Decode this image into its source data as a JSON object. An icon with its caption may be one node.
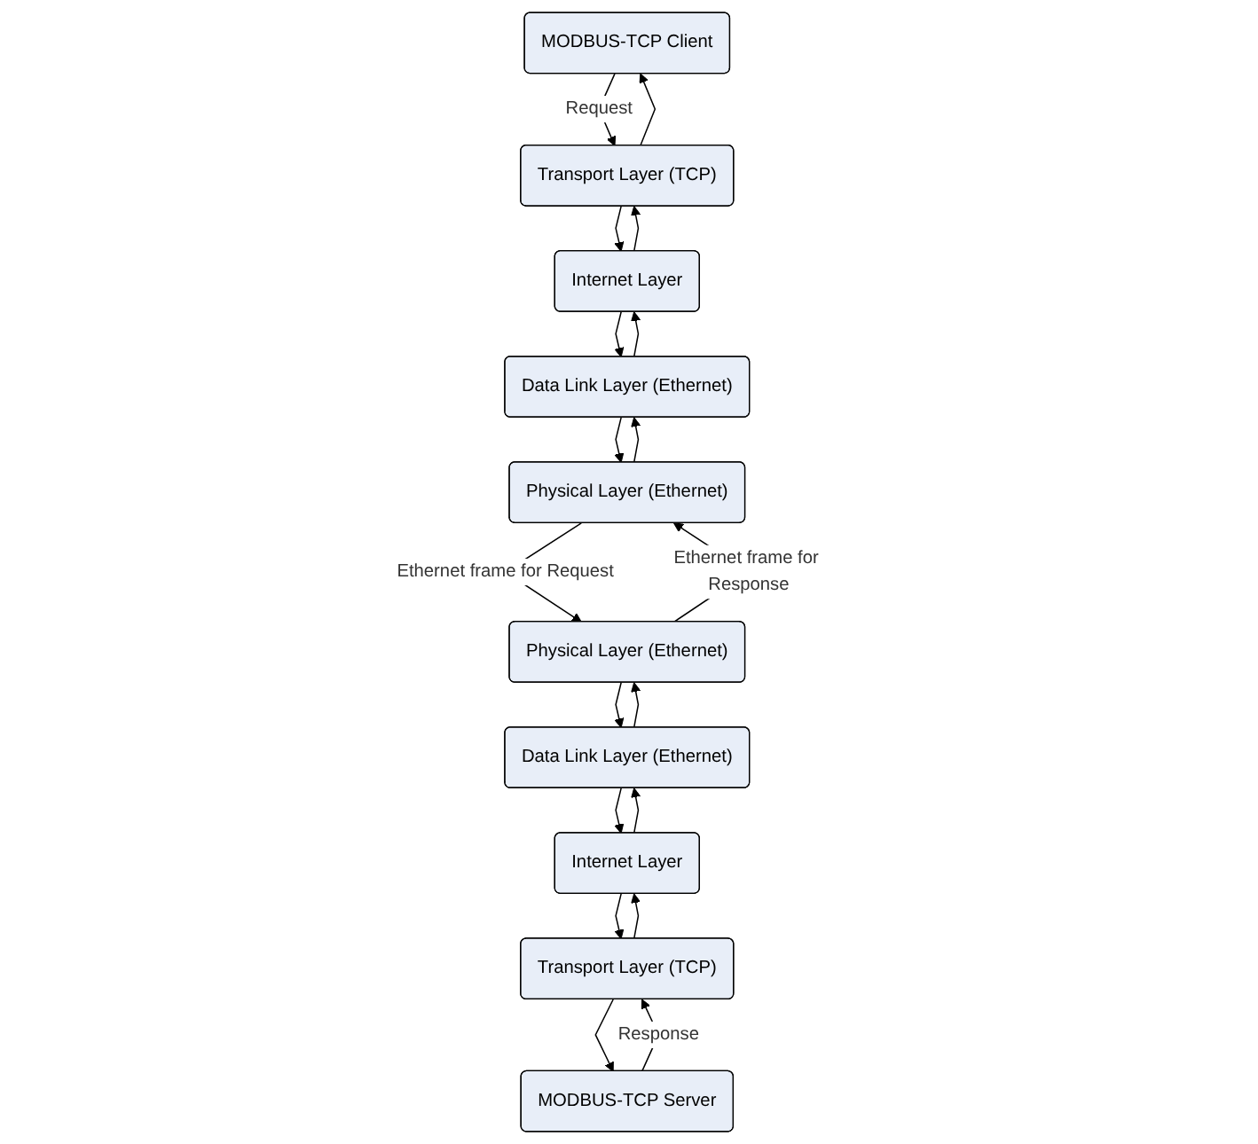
{
  "diagram": {
    "nodes": [
      {
        "text": [
          "MODBUS-TCP Client"
        ]
      },
      {
        "text": [
          "Transport Layer (TCP)"
        ]
      },
      {
        "text": [
          "Internet Layer"
        ]
      },
      {
        "text": [
          "Data Link Layer (Ethernet)"
        ]
      },
      {
        "text": [
          "Physical Layer (Ethernet)"
        ]
      },
      {
        "text": [
          "MODBUS-TCP Server"
        ]
      },
      {
        "text": [
          "Transport Layer (TCP)"
        ]
      },
      {
        "text": [
          "Internet Layer"
        ]
      },
      {
        "text": [
          "Data Link Layer (Ethernet)"
        ]
      },
      {
        "text": [
          "Physical Layer (Ethernet)"
        ]
      }
    ],
    "edges": [
      {
        "from": 0,
        "to": 1,
        "arrow": "to",
        "label": "Request"
      },
      {
        "from": 1,
        "to": 0,
        "arrow": "to"
      },
      {
        "from": 1,
        "to": 2,
        "arrow": "to"
      },
      {
        "from": 2,
        "to": 1,
        "arrow": "to"
      },
      {
        "from": 2,
        "to": 3,
        "arrow": "to"
      },
      {
        "from": 3,
        "to": 2,
        "arrow": "to"
      },
      {
        "from": 3,
        "to": 4,
        "arrow": "to"
      },
      {
        "from": 4,
        "to": 3,
        "arrow": "to"
      },
      {
        "from": 5,
        "to": 6,
        "arrow": "to",
        "label": "Response"
      },
      {
        "from": 6,
        "to": 5,
        "arrow": "to"
      },
      {
        "from": 6,
        "to": 7,
        "arrow": "to"
      },
      {
        "from": 7,
        "to": 6,
        "arrow": "to"
      },
      {
        "from": 7,
        "to": 8,
        "arrow": "to"
      },
      {
        "from": 8,
        "to": 7,
        "arrow": "to"
      },
      {
        "from": 8,
        "to": 9,
        "arrow": "to"
      },
      {
        "from": 9,
        "to": 8,
        "arrow": "to"
      },
      {
        "from": 9,
        "to": 4,
        "arrow": "to",
        "label": "Ethernet frame for Response"
      },
      {
        "from": 4,
        "to": 9,
        "arrow": "to",
        "label": "Ethernet frame for Request"
      }
    ]
  }
}
